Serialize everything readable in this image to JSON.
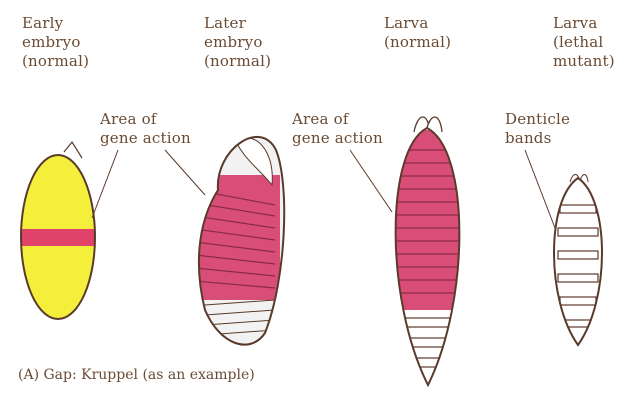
{
  "labels": {
    "early_embryo": [
      "Early",
      "embryo",
      "(normal)"
    ],
    "later_embryo": [
      "Later",
      "embryo",
      "(normal)"
    ],
    "larva_normal": [
      "Larva",
      "(normal)"
    ],
    "larva_mutant": [
      "Larva",
      "(lethal",
      "mutant)"
    ],
    "gene_action_1": [
      "Area of",
      "gene action"
    ],
    "gene_action_2": [
      "Area of",
      "gene action"
    ],
    "denticle": [
      "Denticle",
      "bands"
    ]
  },
  "caption": "(A) Gap: Kruppel (as an example)",
  "colors": {
    "yellow": "#f4ef3a",
    "pink": "#d94e78",
    "red_band": "#e0426a",
    "outline": "#5a3a2a",
    "text": "#6b4a32"
  }
}
